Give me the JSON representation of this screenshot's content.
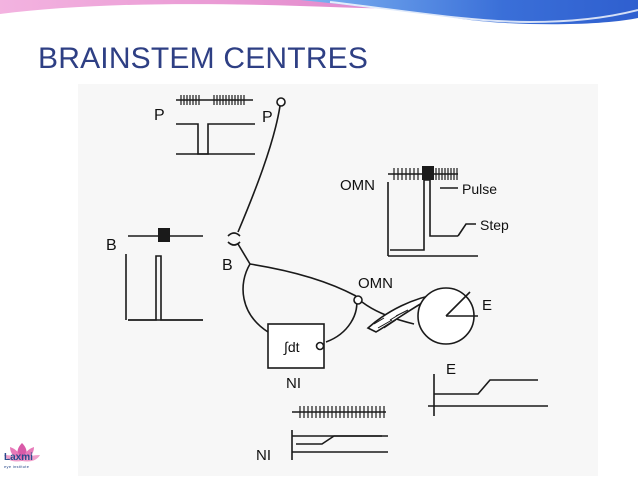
{
  "slide": {
    "title": "BRAINSTEM CENTRES",
    "colors": {
      "title": "#2e3f84",
      "banner_blue": "#3a6fd8",
      "banner_pink": "#e06bc0"
    }
  },
  "diagram": {
    "labels": {
      "p_left": "P",
      "p_right": "P",
      "b_left": "B",
      "b_mid": "B",
      "omn_top": "OMN",
      "omn_mid": "OMN",
      "pulse": "Pulse",
      "step": "Step",
      "e_eye": "E",
      "e_trace": "E",
      "ni_box": "NI",
      "ni_trace": "NI",
      "integrator": "∫dt"
    }
  },
  "logo": {
    "name": "Laxmi",
    "subtitle": "eye institute"
  }
}
